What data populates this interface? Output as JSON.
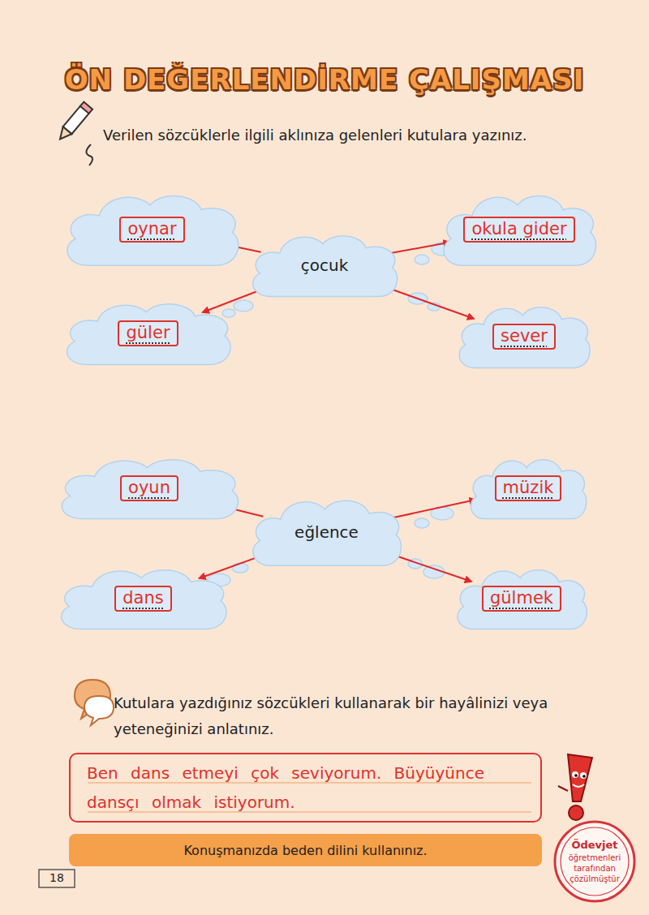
{
  "diagram": {
    "title": "ÖN DEĞERLENDİRME ÇALIŞMASI",
    "nodes": [
      {
        "text": [
          "oynar"
        ]
      },
      {
        "text": [
          "çocuk"
        ]
      },
      {
        "text": [
          "okula gider"
        ]
      },
      {
        "text": [
          "güler"
        ]
      },
      {
        "text": [
          "sever"
        ]
      },
      {
        "text": [
          "oyun"
        ]
      },
      {
        "text": [
          "eğlence"
        ]
      },
      {
        "text": [
          "müzik"
        ]
      },
      {
        "text": [
          "dans"
        ]
      },
      {
        "text": [
          "gülmek"
        ]
      },
      {
        "text": [
          "Ben dans etmeyi çok seviyorum. Büyüyünce dansçı olmak istiyorum."
        ]
      },
      {
        "text": [
          "Konuşmanızda beden dilini kullanınız."
        ]
      }
    ],
    "edges": [
      {
        "from": 1,
        "to": 0,
        "arrow": "to"
      },
      {
        "from": 1,
        "to": 2,
        "arrow": "to"
      },
      {
        "from": 1,
        "to": 3,
        "arrow": "to"
      },
      {
        "from": 1,
        "to": 4,
        "arrow": "to"
      },
      {
        "from": 6,
        "to": 5,
        "arrow": "to"
      },
      {
        "from": 6,
        "to": 7,
        "arrow": "to"
      },
      {
        "from": 6,
        "to": 8,
        "arrow": "to"
      },
      {
        "from": 6,
        "to": 9,
        "arrow": "to"
      }
    ],
    "labels": [
      "Verilen sözcüklerle ilgili aklınıza gelenleri kutulara yazınız.",
      "Kutulara yazdığınız sözcükleri kullanarak bir hayâlinizi veya yeteneğinizi anlatınız.",
      "18",
      "Ödevjet",
      "öğretmenleri",
      "tarafından",
      "çözülmüştür"
    ]
  }
}
